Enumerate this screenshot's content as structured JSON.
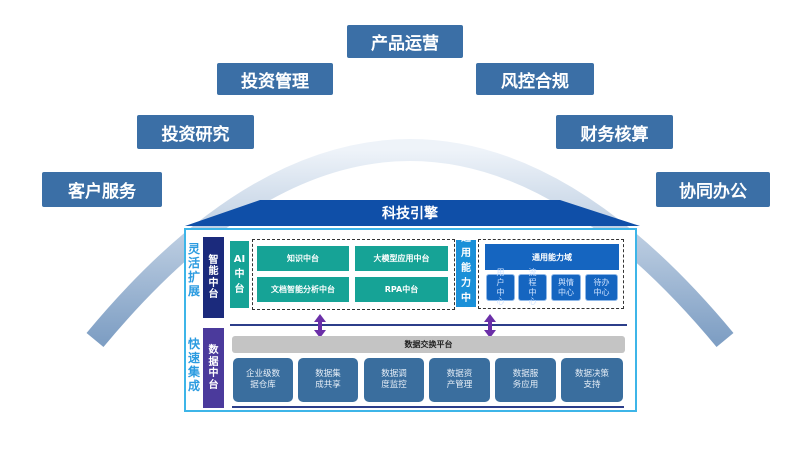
{
  "top_labels": [
    "产品运营",
    "投资管理",
    "风控合规",
    "投资研究",
    "财务核算",
    "客户服务",
    "协同办公"
  ],
  "roof": "科技引擎",
  "side": {
    "upper": "灵活扩展",
    "lower": "快速集成"
  },
  "smart_hub": "智能中台",
  "data_hub": "数据中台",
  "ai_hub": "AI中台",
  "ai_tiles": [
    "知识中台",
    "大模型应用中台",
    "文档智能分析中台",
    "RPA中台"
  ],
  "general_hub": "通用能力中台",
  "general_domain": "通用能力域",
  "general_tiles": [
    "用户中心",
    "流程中心",
    "舆情中心",
    "待办中心"
  ],
  "exchange": "数据交换平台",
  "data_tiles": [
    "企业级数据仓库",
    "数据集成共享",
    "数据调度监控",
    "数据资产管理",
    "数据服务应用",
    "数据决策支持"
  ],
  "colors": {
    "label": "#3b6fa6",
    "navy": "#1b2a7c",
    "purple": "#4b3a9c",
    "teal": "#16a396",
    "blue": "#1565c0"
  }
}
